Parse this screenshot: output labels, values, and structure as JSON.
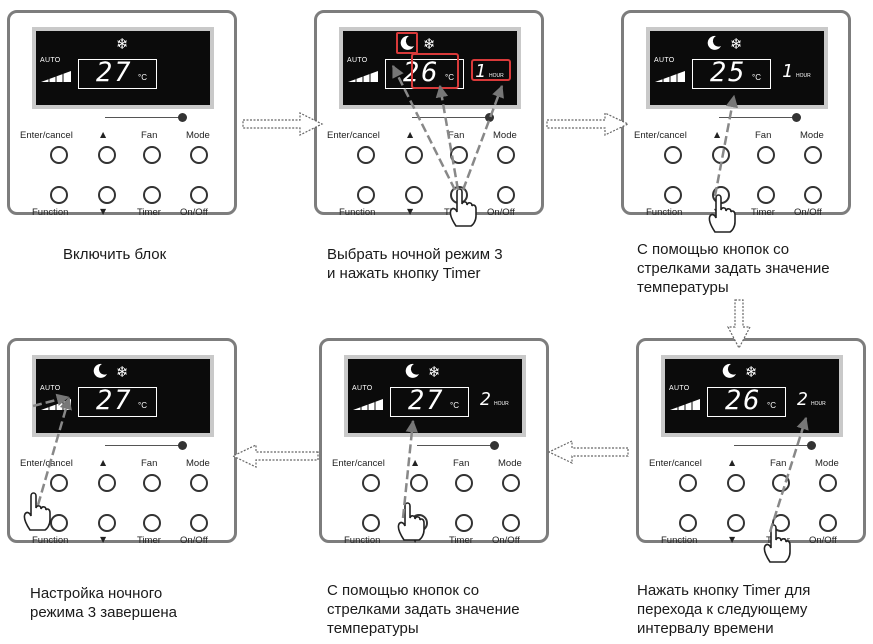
{
  "panels": [
    {
      "temp": "27",
      "unit": "°C",
      "auto": "AUTO",
      "hour": "",
      "hour_text": "",
      "moon": false,
      "moon_box": false,
      "hl_temp": false,
      "hl_hour": false
    },
    {
      "temp": "26",
      "unit": "°C",
      "auto": "AUTO",
      "hour": "1",
      "hour_text": "HOUR",
      "moon": true,
      "moon_box": true,
      "hl_temp": true,
      "hl_hour": true
    },
    {
      "temp": "25",
      "unit": "°C",
      "auto": "AUTO",
      "hour": "1",
      "hour_text": "HOUR",
      "moon": true,
      "moon_box": false,
      "hl_temp": false,
      "hl_hour": false
    },
    {
      "temp": "27",
      "unit": "°C",
      "auto": "AUTO",
      "hour": "",
      "hour_text": "",
      "moon": true,
      "moon_box": false,
      "hl_temp": false,
      "hl_hour": false
    },
    {
      "temp": "27",
      "unit": "°C",
      "auto": "AUTO",
      "hour": "2",
      "hour_text": "HOUR",
      "moon": true,
      "moon_box": false,
      "hl_temp": false,
      "hl_hour": false
    },
    {
      "temp": "26",
      "unit": "°C",
      "auto": "AUTO",
      "hour": "2",
      "hour_text": "HOUR",
      "moon": true,
      "moon_box": false,
      "hl_temp": false,
      "hl_hour": false
    }
  ],
  "buttons": {
    "enter_cancel": "Enter/cancel",
    "up": "▲",
    "fan": "Fan",
    "mode": "Mode",
    "function": "Function",
    "down": "▼",
    "timer": "Timer",
    "onoff": "On/Off"
  },
  "captions": {
    "p1": "Включить блок",
    "p2_l1": "Выбрать ночной режим 3",
    "p2_l2": "и нажать кнопку Timer",
    "p3_l1": "С помощью кнопок со",
    "p3_l2": "стрелками задать значение",
    "p3_l3": "температуры",
    "p4_l1": "Настройка ночного",
    "p4_l2": "режима 3 завершена",
    "p5_l1": "С помощью кнопок со",
    "p5_l2": "стрелками задать значение",
    "p5_l3": "температуры",
    "p6_l1": "Нажать кнопку Timer для",
    "p6_l2": "перехода к следующему",
    "p6_l3": "интервалу времени"
  },
  "colors": {
    "highlight": "#d93a3a",
    "lcd": "#0b0b0b",
    "frame": "#7d7d7d"
  }
}
